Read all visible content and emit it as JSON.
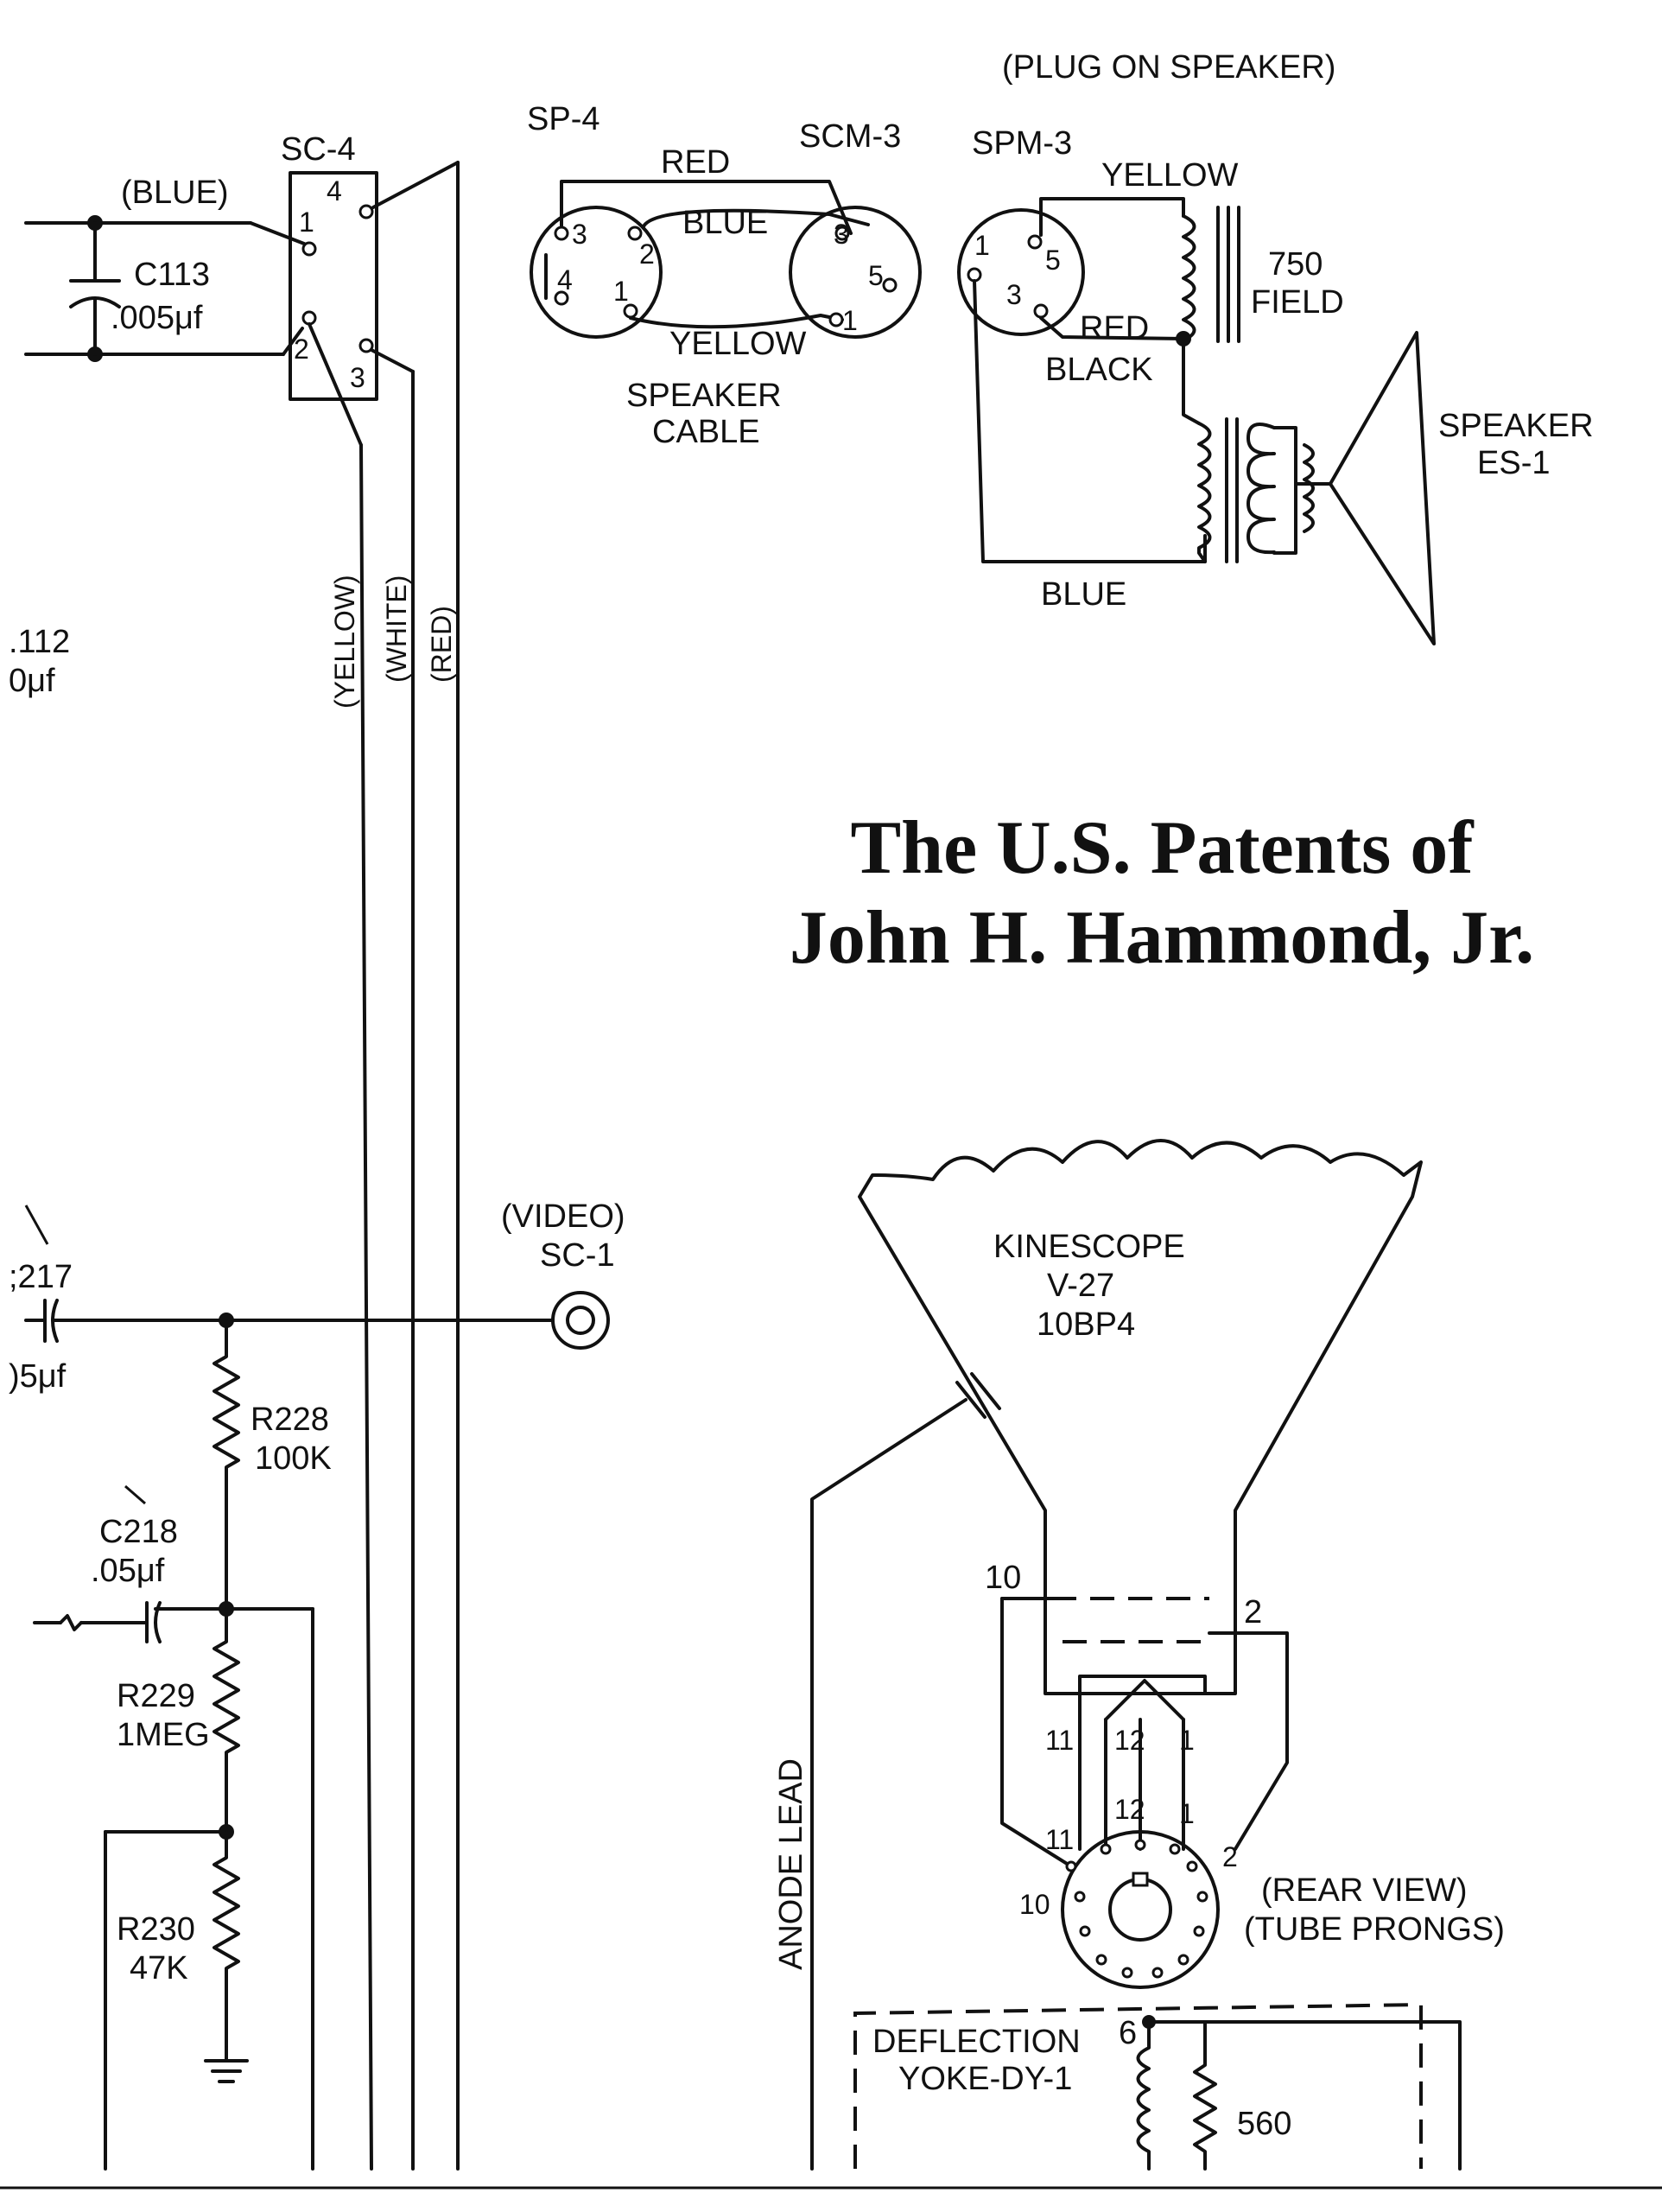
{
  "title": {
    "line1": "The U.S. Patents of",
    "line2": "John H. Hammond, Jr."
  },
  "labels": {
    "plug_on_speaker": "(PLUG ON SPEAKER)",
    "sc4": "SC-4",
    "blue_paren": "(BLUE)",
    "c113": "C113",
    "c113_value": ".005μf",
    "sp4": "SP-4",
    "scm3": "SCM-3",
    "spm3": "SPM-3",
    "red": "RED",
    "blue": "BLUE",
    "yellow": "YELLOW",
    "speaker_cable_1": "SPEAKER",
    "speaker_cable_2": "CABLE",
    "yellow_top": "YELLOW",
    "field_750_1": "750",
    "field_750_2": "FIELD",
    "red_spm": "RED",
    "black": "BLACK",
    "speaker_1": "SPEAKER",
    "speaker_2": "ES-1",
    "blue_bottom": "BLUE",
    "c112": ".112",
    "c112_value": "0μf",
    "yellow_vert": "(YELLOW)",
    "white_vert": "(WHITE)",
    "red_vert": "(RED)",
    "video": "(VIDEO)",
    "sc1": "SC-1",
    "c217": ";217",
    "c217_value": ")5μf",
    "r228": "R228",
    "r228_value": "100K",
    "c218": "C218",
    "c218_value": ".05μf",
    "r229": "R229",
    "r229_value": "1MEG",
    "r230": "R230",
    "r230_value": "47K",
    "kinescope": "KINESCOPE",
    "v27": "V-27",
    "tube_type": "10BP4",
    "anode_lead": "ANODE LEAD",
    "rear_view": "(REAR VIEW)",
    "tube_prongs": "(TUBE PRONGS)",
    "deflection_1": "DEFLECTION",
    "deflection_2": "YOKE-DY-1",
    "r560": "560",
    "pin_1": "1",
    "pin_2": "2",
    "pin_3": "3",
    "pin_4": "4",
    "pin_5": "5",
    "pin_6": "6",
    "pin_10": "10",
    "pin_11": "11",
    "pin_12": "12"
  }
}
